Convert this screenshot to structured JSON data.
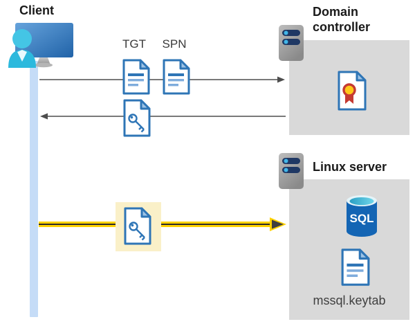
{
  "diagram": {
    "client": {
      "label": "Client"
    },
    "flows": {
      "tgt_label": "TGT",
      "spn_label": "SPN"
    },
    "domain_controller": {
      "label": "Domain controller"
    },
    "linux_server": {
      "label": "Linux server",
      "sql_badge": "SQL",
      "keytab_label": "mssql.keytab"
    },
    "colors": {
      "doc_blue": "#2E75B6",
      "doc_fold_blue": "#9DC3E6",
      "doc_line_light": "#7FACDC",
      "panel_gray": "#D9D9D9",
      "lifeline_blue": "#C5DCF7",
      "arrow_gray": "#4D4D4D",
      "accent_yellow": "#FFD200",
      "highlight_yellow": "#FAF0C8",
      "sql_blue": "#1465B4",
      "sql_rim_cyan": "#35AFD4",
      "cert_red": "#C53A32",
      "cert_gold": "#FFC819",
      "server_pill_navy": "#1F3864",
      "server_dot_blue": "#41B6E8",
      "client_cyan": "#2CB9DD"
    }
  }
}
